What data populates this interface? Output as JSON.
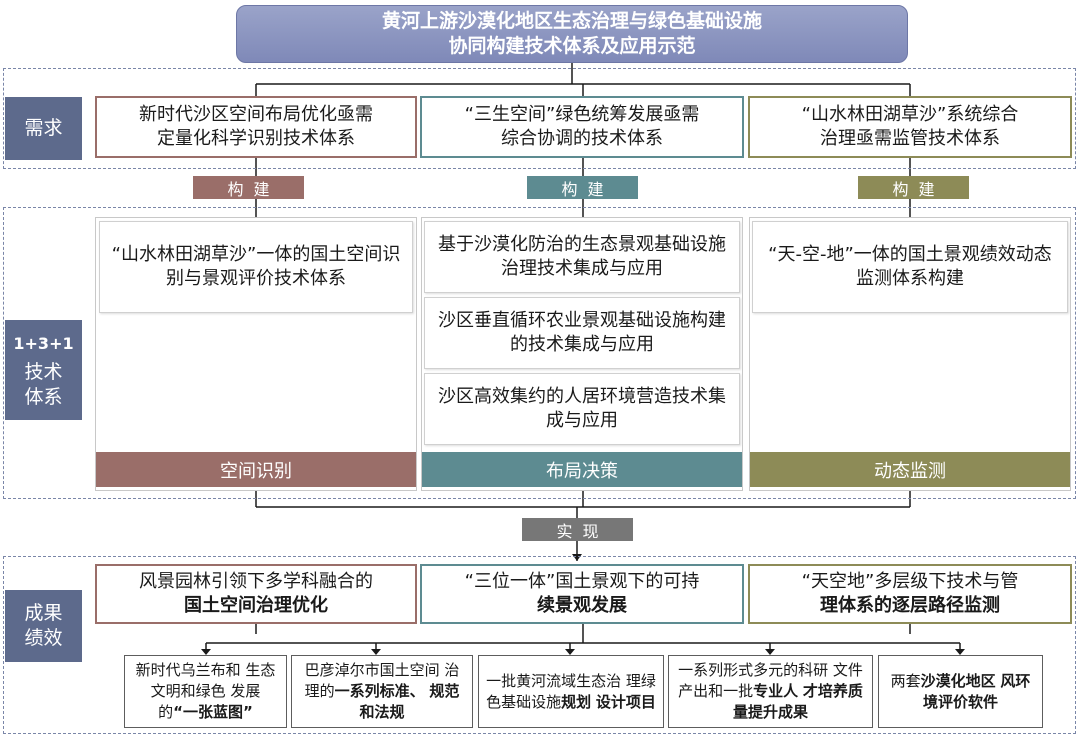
{
  "title": {
    "line1": "黄河上游沙漠化地区生态治理与绿色基础设施",
    "line2": "协同构建技术体系及应用示范"
  },
  "colors": {
    "title_bg": "#8c95c2",
    "side_label": "#5d6a8c",
    "col1": "#9a6e69",
    "col2": "#5d8b91",
    "col3": "#8d8b57",
    "dashed_border": "#7a86a8"
  },
  "demand": {
    "label": "需求",
    "items": [
      {
        "line1": "新时代沙区空间布局优化亟需",
        "line2": "定量化科学识别技术体系"
      },
      {
        "line1": "“三生空间”绿色统筹发展亟需",
        "line2": "综合协调的技术体系"
      },
      {
        "line1": "“山水林田湖草沙”系统综合",
        "line2": "治理亟需监管技术体系"
      }
    ]
  },
  "build_tags": [
    "构建",
    "构建",
    "构建"
  ],
  "tech": {
    "label_top": "1+3+1",
    "label_l1": "技术",
    "label_l2": "体系",
    "col1": {
      "text": "“山水林田湖草沙”一体的国土空间识别与景观评价技术体系",
      "footer": "空间识别"
    },
    "col2": {
      "items": [
        "基于沙漠化防治的生态景观基础设施治理技术集成与应用",
        "沙区垂直循环农业景观基础设施构建的技术集成与应用",
        "沙区高效集约的人居环境营造技术集成与应用"
      ],
      "footer": "布局决策"
    },
    "col3": {
      "text": "“天-空-地”一体的国土景观绩效动态监测体系构建",
      "footer": "动态监测"
    }
  },
  "realize_tag": "实现",
  "results": {
    "label_l1": "成果",
    "label_l2": "绩效",
    "items": [
      {
        "line1": "风景园林引领下多学科融合的",
        "line2": "国土空间治理优化"
      },
      {
        "line1": "“三位一体”国土景观下的可持",
        "line2": "续景观发展"
      },
      {
        "line1": "“天空地”多层级下技术与管",
        "line2": "理体系的逐层路径监测"
      }
    ],
    "outputs": [
      {
        "p1": "新时代乌兰布和",
        "p2": "生态文明和绿色",
        "p3": "发展的",
        "b1": "“一张蓝图”"
      },
      {
        "p1": "巴彦淖尔市国土空间",
        "p2": "治理的",
        "b1": "一系列标准、",
        "b2": "规范和法规"
      },
      {
        "p1": "一批黄河流域生态治",
        "p2": "理绿色基础设施",
        "b1": "规划",
        "b2": "设计项目"
      },
      {
        "p1": "一系列形式多元的科研",
        "p2": "文件产出和一批",
        "b1": "专业人",
        "b2": "才培养质量提升成果"
      },
      {
        "p1": "两套",
        "b1": "沙漠化地区",
        "b2": "风环境评价软件"
      }
    ]
  }
}
